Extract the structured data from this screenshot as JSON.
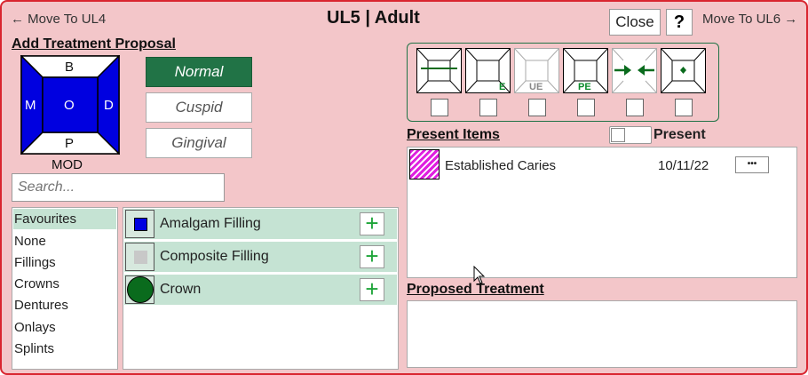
{
  "header": {
    "prev_link": "← Move To UL4",
    "title": "UL5 | Adult",
    "close_label": "Close",
    "help_label": "?",
    "next_link": "Move To UL6 →"
  },
  "proposal": {
    "section_title": "Add Treatment Proposal",
    "tooth_surfaces": {
      "top": "B",
      "left": "M",
      "center": "O",
      "right": "D",
      "bottom": "P"
    },
    "selected_surfaces": "MOD",
    "surface_buttons": [
      "Normal",
      "Cuspid",
      "Gingival"
    ],
    "active_surface_button": "Normal"
  },
  "search": {
    "placeholder": "Search..."
  },
  "categories": [
    "Favourites",
    "None",
    "Fillings",
    "Crowns",
    "Dentures",
    "Onlays",
    "Splints"
  ],
  "selected_category": "Favourites",
  "treatments": [
    {
      "label": "Amalgam Filling",
      "icon": "amalgam-square-icon",
      "color": "#0000e0",
      "add_label": "+"
    },
    {
      "label": "Composite Filling",
      "icon": "composite-square-icon",
      "color": "#c8c8c8",
      "add_label": "+"
    },
    {
      "label": "Crown",
      "icon": "crown-circle-icon",
      "color": "#0a6b1d",
      "add_label": "+"
    }
  ],
  "tooth_status_icons": [
    {
      "name": "root-filled-icon",
      "text": ""
    },
    {
      "name": "erupted-icon",
      "text": "E"
    },
    {
      "name": "unerupted-icon",
      "text": "UE"
    },
    {
      "name": "partially-erupted-icon",
      "text": "PE"
    },
    {
      "name": "space-closed-icon",
      "text": ""
    },
    {
      "name": "implant-icon",
      "text": ""
    }
  ],
  "present_items": {
    "section_title": "Present Items",
    "toggle_label": "Present",
    "items": [
      {
        "label": "Established Caries",
        "date": "10/11/22",
        "menu_label": "•••"
      }
    ]
  },
  "proposed_treatment": {
    "section_title": "Proposed Treatment"
  },
  "colors": {
    "window_bg": "#f3c6c9",
    "window_border": "#d9252f",
    "accent_green": "#217346",
    "row_green": "#c5e3d3",
    "tooth_blue": "#0000e0",
    "caries_magenta": "#e020e0"
  }
}
